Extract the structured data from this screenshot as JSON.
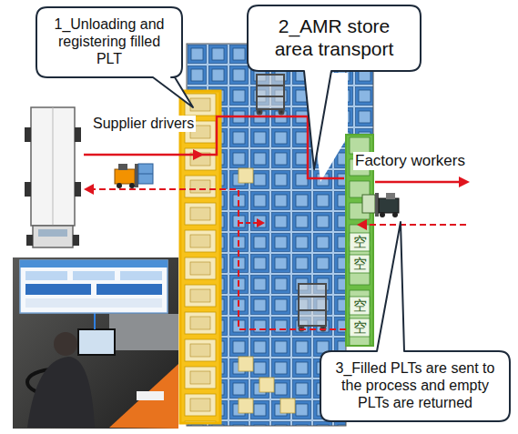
{
  "diagram": {
    "nodes": [
      {
        "text": [
          "1_Unloading and registering filled PLT"
        ]
      },
      {
        "text": [
          "2_AMR store area transport"
        ]
      },
      {
        "text": [
          "3_Filled PLTs are sent to the process and empty PLTs are returned"
        ]
      }
    ],
    "labels": [
      "Supplier drivers",
      "Factory workers",
      "空",
      "空",
      "空",
      "空"
    ]
  }
}
